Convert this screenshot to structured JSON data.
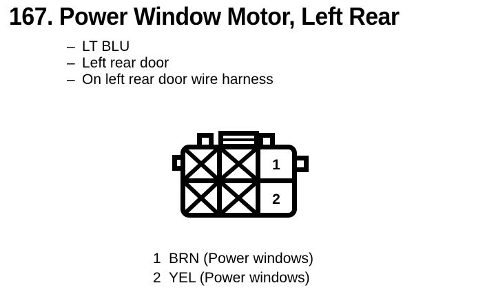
{
  "page": {
    "number": "167.",
    "title": "167. Power Window Motor, Left Rear",
    "component_name": "Power Window Motor, Left Rear",
    "background_color": "#ffffff",
    "ink_color": "#000000"
  },
  "spec_list": {
    "bullet_marker": "–",
    "items": [
      {
        "marker": "–",
        "text": "LT BLU"
      },
      {
        "marker": "–",
        "text": "Left rear door"
      },
      {
        "marker": "–",
        "text": "On left rear door wire harness"
      }
    ]
  },
  "connector": {
    "type": "2-way connector, 6-cavity body",
    "cavity_grid": {
      "columns": 3,
      "rows": 2
    },
    "cells": [
      {
        "row": 1,
        "col": 1,
        "label": "",
        "state": "unused-x"
      },
      {
        "row": 1,
        "col": 2,
        "label": "",
        "state": "unused-x"
      },
      {
        "row": 1,
        "col": 3,
        "label": "1",
        "state": "terminal"
      },
      {
        "row": 2,
        "col": 1,
        "label": "",
        "state": "unused-x"
      },
      {
        "row": 2,
        "col": 2,
        "label": "",
        "state": "unused-x"
      },
      {
        "row": 2,
        "col": 3,
        "label": "2",
        "state": "terminal"
      }
    ],
    "cell_labels": {
      "top_right": "1",
      "bottom_right": "2"
    },
    "tabs": [
      "top-left-tab",
      "top-center-latch",
      "top-right-tab",
      "left-side-tab",
      "right-side-tab"
    ],
    "latch_stripes": 2
  },
  "pin_legend": {
    "rows": [
      {
        "pin": "1",
        "description": "BRN (Power windows)",
        "wire_color_code": "BRN",
        "circuit": "Power windows"
      },
      {
        "pin": "2",
        "description": "YEL (Power windows)",
        "wire_color_code": "YEL",
        "circuit": "Power windows"
      }
    ]
  }
}
